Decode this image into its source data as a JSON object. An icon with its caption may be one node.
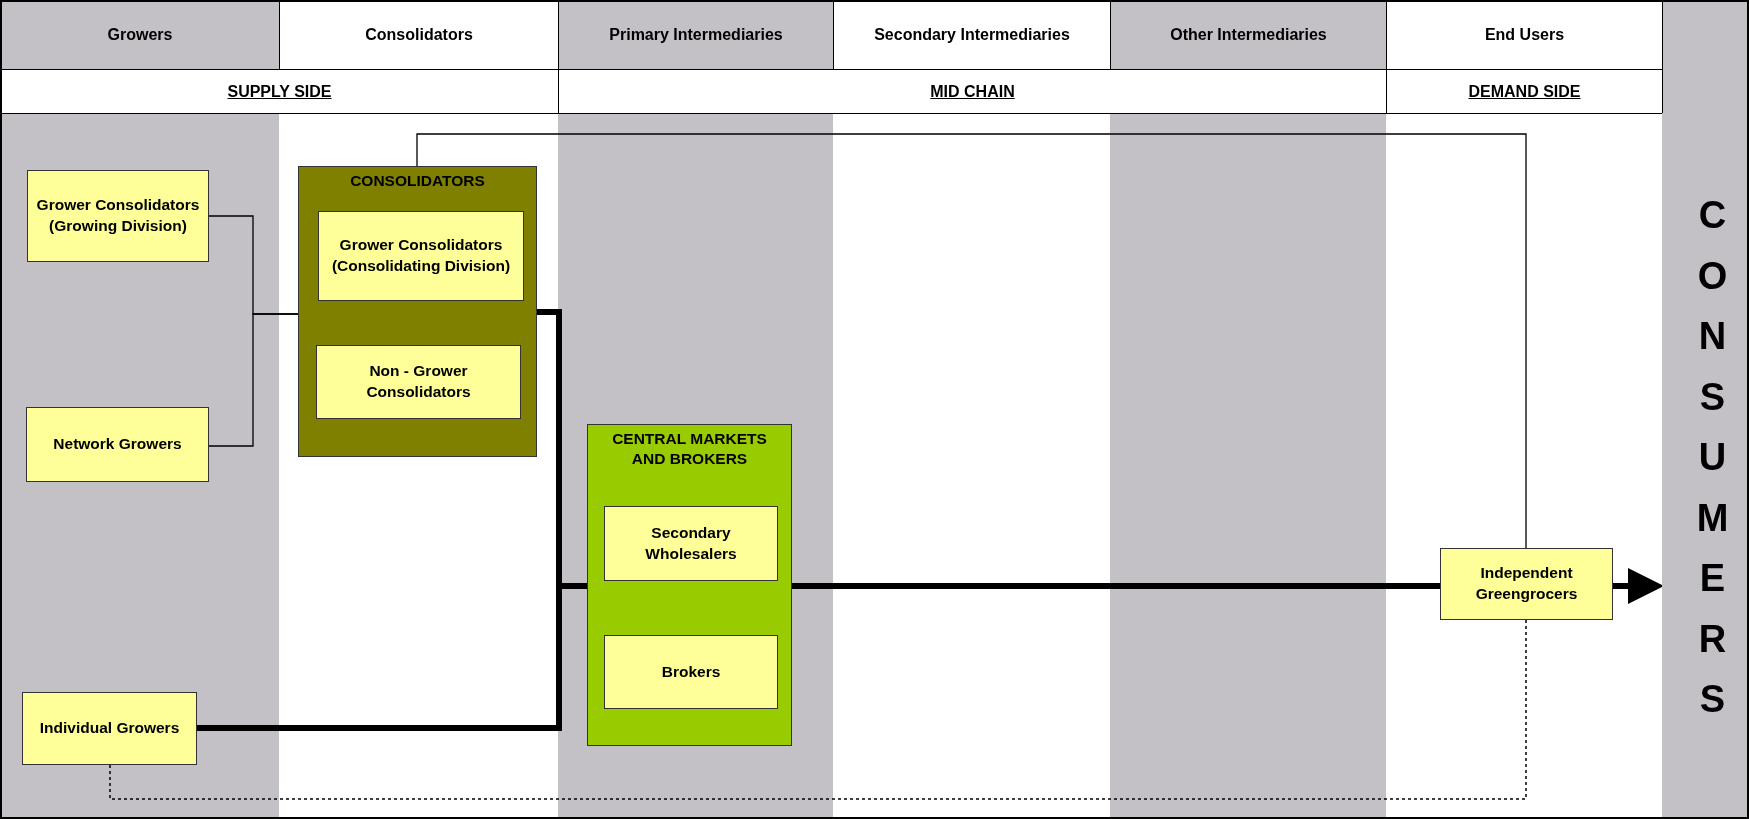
{
  "diagram": {
    "nodes": [
      {
        "text": [
          "Grower Consolidators (Growing Division)"
        ]
      },
      {
        "text": [
          "CONSOLIDATORS"
        ]
      },
      {
        "text": [
          "Grower Consolidators (Consolidating Division)"
        ],
        "in": 1
      },
      {
        "text": [
          "Non - Grower Consolidators"
        ],
        "in": 1
      },
      {
        "text": [
          "Network Growers"
        ]
      },
      {
        "text": [
          "CENTRAL MARKETS AND BROKERS"
        ]
      },
      {
        "text": [
          "Secondary Wholesalers"
        ],
        "in": 5
      },
      {
        "text": [
          "Brokers"
        ],
        "in": 5
      },
      {
        "text": [
          "Individual Growers"
        ]
      },
      {
        "text": [
          "Independent Greengrocers"
        ]
      },
      {
        "text": [
          "CONSUMERS"
        ]
      }
    ],
    "edges": [
      {
        "from": 0,
        "to": 1,
        "arrow": "none"
      },
      {
        "from": 4,
        "to": 1,
        "arrow": "none"
      },
      {
        "from": 1,
        "to": 9,
        "arrow": "none"
      },
      {
        "from": 1,
        "to": 5,
        "arrow": "none",
        "style": "thick"
      },
      {
        "from": 8,
        "to": 5,
        "arrow": "none",
        "style": "thick"
      },
      {
        "from": 5,
        "to": 9,
        "arrow": "none",
        "style": "thick"
      },
      {
        "from": 9,
        "to": 10,
        "arrow": "to",
        "style": "thick"
      },
      {
        "from": 8,
        "to": 9,
        "arrow": "none",
        "style": "dashed"
      }
    ],
    "labels": [
      "Growers",
      "Consolidators",
      "Primary Intermediaries",
      "Secondary Intermediaries",
      "Other Intermediaries",
      "End Users",
      "SUPPLY SIDE",
      "MID CHAIN",
      "DEMAND SIDE"
    ]
  }
}
